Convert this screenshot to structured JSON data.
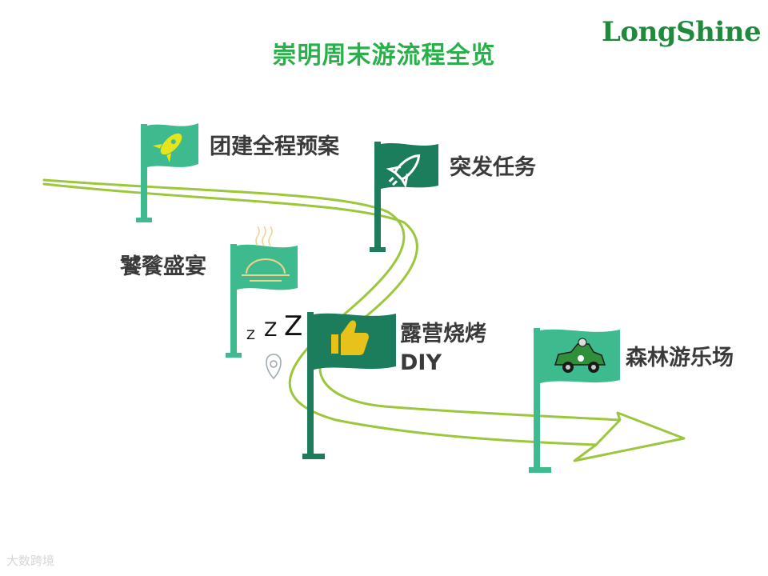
{
  "title": "崇明周末游流程全览",
  "logo": {
    "text": "LongShine"
  },
  "stations": [
    {
      "label": "团建全程预案",
      "icon": "rocket-icon"
    },
    {
      "label": "突发任务",
      "icon": "rocket-launch-icon"
    },
    {
      "label": "饕餮盛宴",
      "icon": "food-platter-icon"
    },
    {
      "label": "露营烧烤",
      "label2": "DIY",
      "icon": "thumbs-up-icon"
    },
    {
      "label": "森林游乐场",
      "icon": "race-car-icon"
    }
  ],
  "sleep_text": {
    "z1": "Z",
    "z2": "Z",
    "z3": "Z"
  },
  "watermark": "大数跨境",
  "colors": {
    "title": "#2ab04a",
    "flag_light": "#3dbb8e",
    "flag_dark": "#1b7d5c",
    "path": "#9cc63b",
    "label": "#3a3a3a"
  }
}
